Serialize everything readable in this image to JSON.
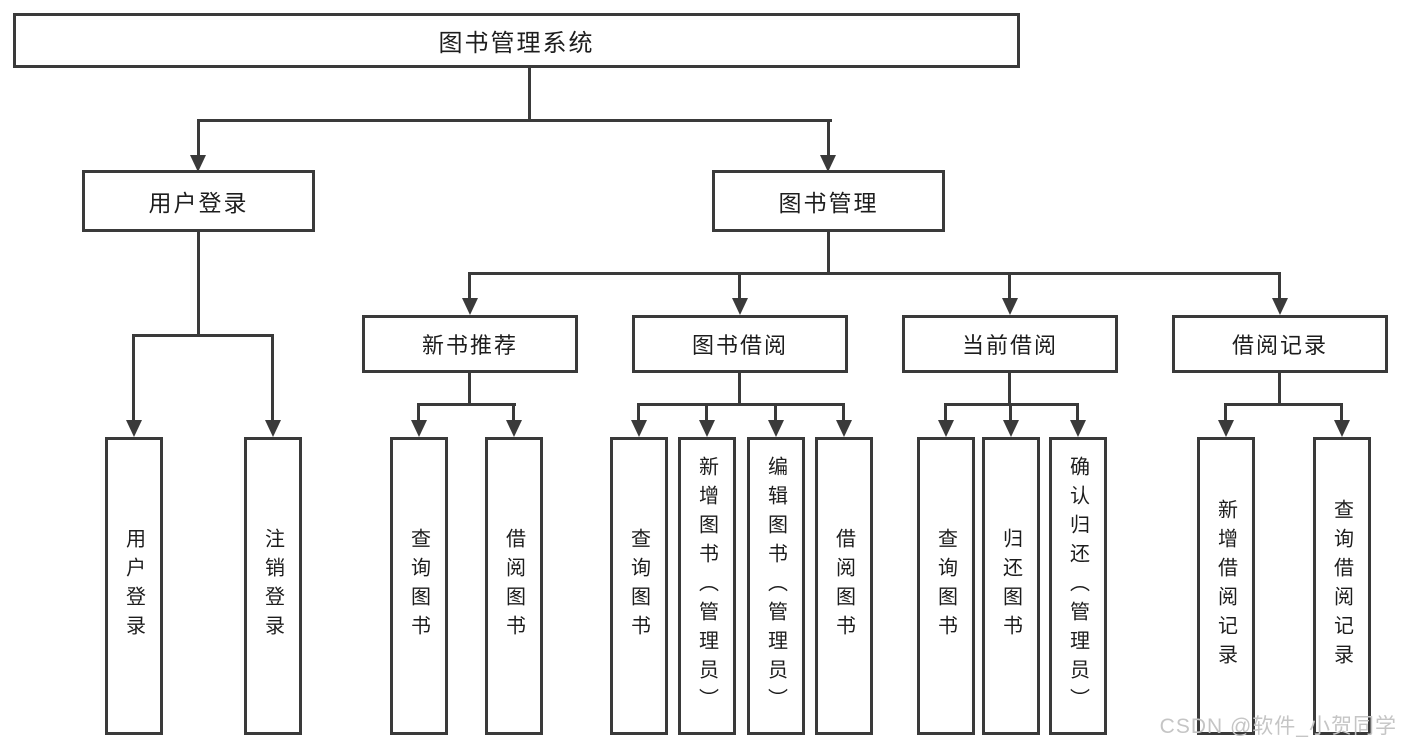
{
  "colors": {
    "line": "#3a3a3a",
    "text": "#1d1d1d",
    "watermark": "#c5c5c5",
    "bg": "#ffffff"
  },
  "watermark": "CSDN @软件_小贺同学",
  "chart_type": "tree-diagram",
  "tree": {
    "root": {
      "label": "图书管理系统",
      "children": [
        {
          "label": "用户登录",
          "children": [
            {
              "label": "用户登录"
            },
            {
              "label": "注销登录"
            }
          ]
        },
        {
          "label": "图书管理",
          "children": [
            {
              "label": "新书推荐",
              "children": [
                {
                  "label": "查询图书"
                },
                {
                  "label": "借阅图书"
                }
              ]
            },
            {
              "label": "图书借阅",
              "children": [
                {
                  "label": "查询图书"
                },
                {
                  "label": "新增图书（管理员）"
                },
                {
                  "label": "编辑图书（管理员）"
                },
                {
                  "label": "借阅图书"
                }
              ]
            },
            {
              "label": "当前借阅",
              "children": [
                {
                  "label": "查询图书"
                },
                {
                  "label": "归还图书"
                },
                {
                  "label": "确认归还（管理员）"
                }
              ]
            },
            {
              "label": "借阅记录",
              "children": [
                {
                  "label": "新增借阅记录"
                },
                {
                  "label": "查询借阅记录"
                }
              ]
            }
          ]
        }
      ]
    }
  }
}
